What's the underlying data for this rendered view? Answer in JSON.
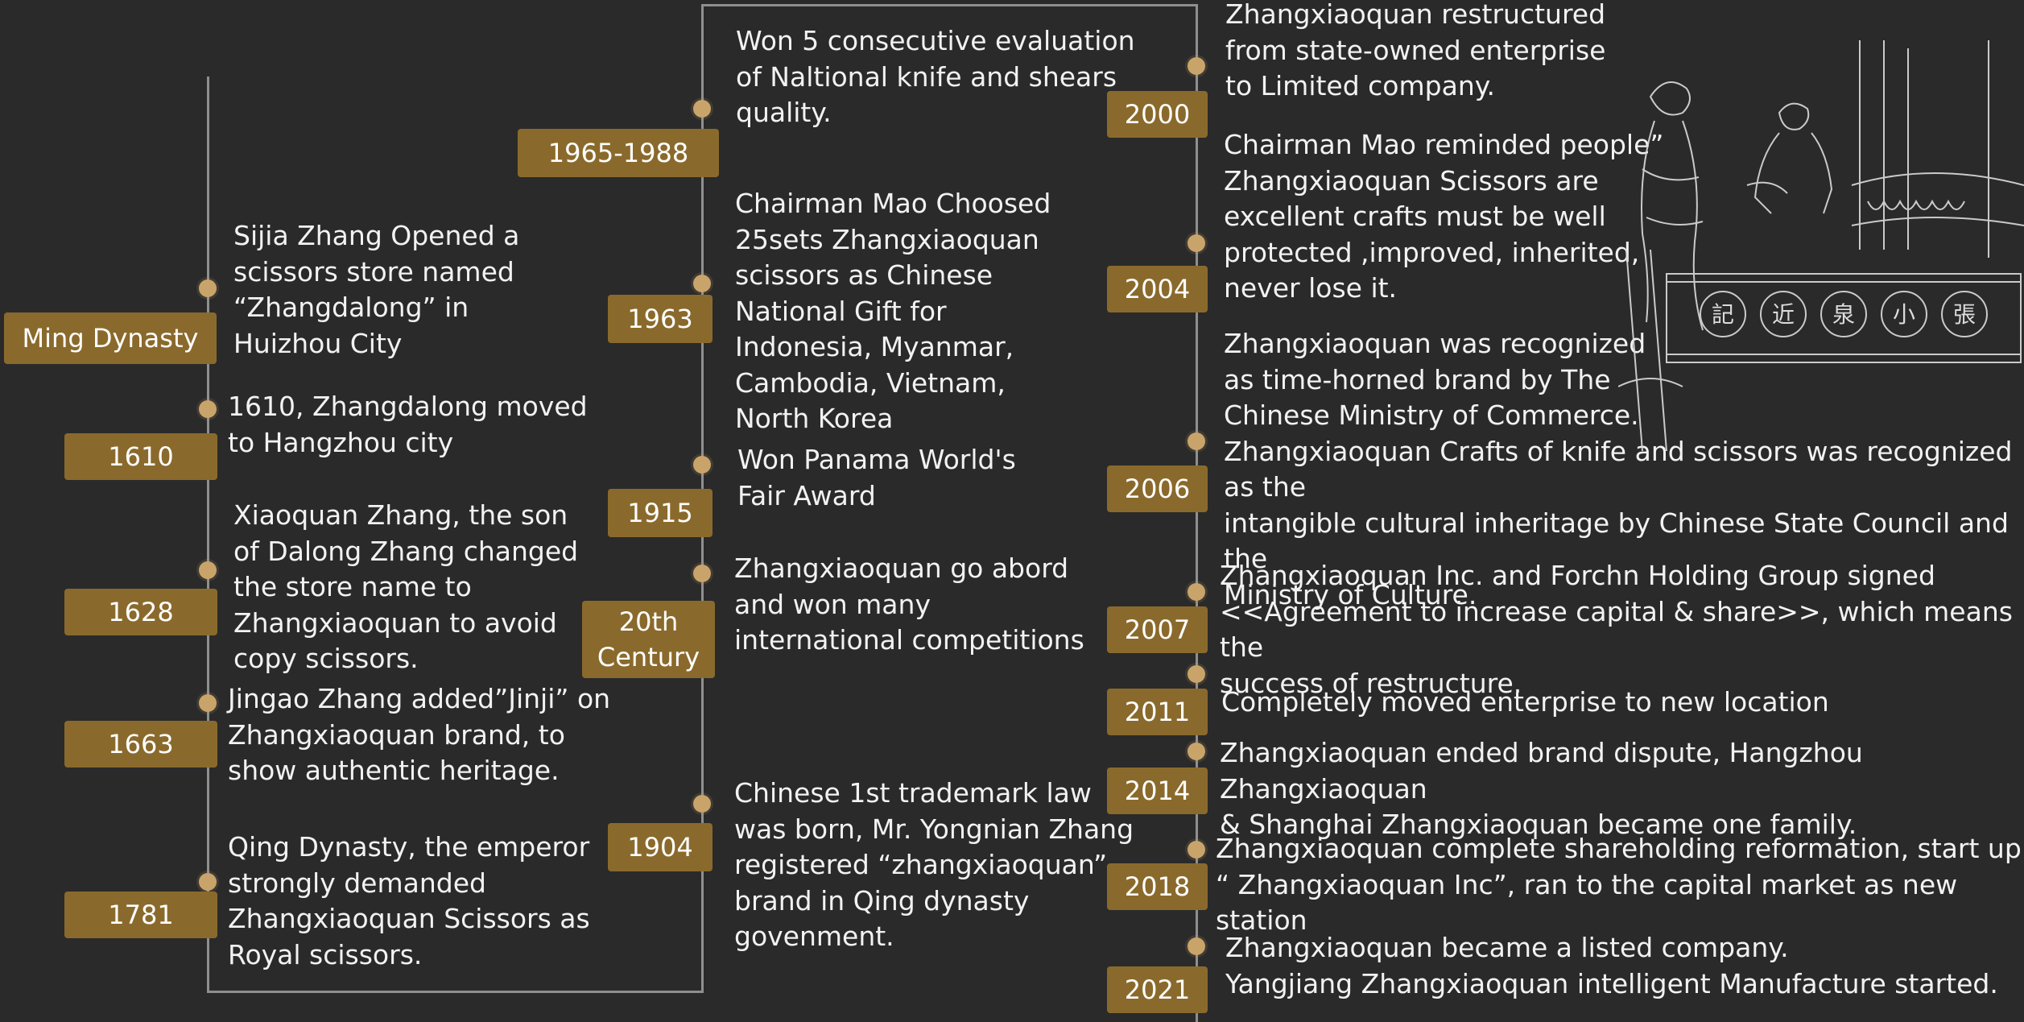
{
  "events_left": [
    {
      "year": "Ming Dynasty",
      "text": "Sijia Zhang Opened a\nscissors store named\n“Zhangdalong” in\nHuizhou City"
    },
    {
      "year": "1610",
      "text": "1610, Zhangdalong moved\nto Hangzhou city"
    },
    {
      "year": "1628",
      "text": "Xiaoquan Zhang, the son\nof Dalong Zhang changed\nthe store name to\nZhangxiaoquan to avoid\ncopy scissors."
    },
    {
      "year": "1663",
      "text": "Jingao Zhang added”Jinji” on\nZhangxiaoquan brand, to\nshow authentic heritage."
    },
    {
      "year": "1781",
      "text": "Qing Dynasty, the emperor\nstrongly demanded\nZhangxiaoquan Scissors as\nRoyal scissors."
    }
  ],
  "events_middle": [
    {
      "year": "1965-1988",
      "text": "Won 5 consecutive evaluation\nof Naltional knife and shears\nquality."
    },
    {
      "year": "1963",
      "text": "Chairman Mao Choosed\n25sets Zhangxiaoquan\nscissors as Chinese\nNational Gift for\nIndonesia, Myanmar,\nCambodia, Vietnam,\nNorth Korea"
    },
    {
      "year": "1915",
      "text": "Won Panama World's\nFair Award"
    },
    {
      "year": "20th\nCentury",
      "text": "Zhangxiaoquan go abord\nand won many\ninternational  competitions"
    },
    {
      "year": "1904",
      "text": "Chinese 1st trademark law\nwas born, Mr. Yongnian Zhang\nregistered “zhangxiaoquan”\nbrand in Qing dynasty\ngovenment."
    }
  ],
  "events_right": [
    {
      "year": "2000",
      "text": "Zhangxiaoquan restructured\nfrom state-owned enterprise\nto Limited company."
    },
    {
      "year": "2004",
      "text": "Chairman Mao reminded people”\nZhangxiaoquan Scissors are\nexcellent crafts must be well\nprotected ,improved, inherited,\nnever lose it."
    },
    {
      "year": "2006",
      "text": "Zhangxiaoquan was recognized\nas time-horned brand by The\nChinese Ministry of  Commerce.\nZhangxiaoquan Crafts of knife and scissors was recognized as the\nintangible cultural inheritage by Chinese State Council and the\nMinistry of Culture."
    },
    {
      "year": "2007",
      "text": "Zhangxiaoquan Inc. and Forchn Holding Group signed\n<<Agreement to increase capital & share>>, which means the\nsuccess of restructure."
    },
    {
      "year": "2011",
      "text": "Completely moved enterprise to new location"
    },
    {
      "year": "2014",
      "text": "Zhangxiaoquan ended brand dispute, Hangzhou Zhangxiaoquan\n& Shanghai Zhangxiaoquan became one family."
    },
    {
      "year": "2018",
      "text": "Zhangxiaoquan complete shareholding reformation, start up\n“ Zhangxiaoquan Inc”, ran to the capital market as new station"
    },
    {
      "year": "2021",
      "text": "Zhangxiaoquan became a listed company.\nYangjiang Zhangxiaoquan intelligent Manufacture  started."
    }
  ],
  "illustration": {
    "description_icon": "shop-sketch-illustration",
    "sign_text": "张小泉近记"
  },
  "colors": {
    "background": "#2a2a2a",
    "year_box": "#8a6a2c",
    "node": "#c9a46a",
    "line": "#8f8f8f",
    "text": "#f2f2f2"
  }
}
